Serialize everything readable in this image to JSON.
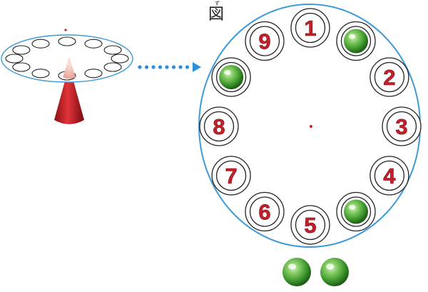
{
  "figure_label": "図",
  "figure_label_ruby": "ず",
  "holes": [
    {
      "number": "1",
      "content": "number"
    },
    {
      "number": "",
      "content": "ball"
    },
    {
      "number": "2",
      "content": "number"
    },
    {
      "number": "3",
      "content": "number"
    },
    {
      "number": "4",
      "content": "number"
    },
    {
      "number": "",
      "content": "ball"
    },
    {
      "number": "5",
      "content": "number"
    },
    {
      "number": "6",
      "content": "number"
    },
    {
      "number": "7",
      "content": "number"
    },
    {
      "number": "8",
      "content": "number"
    },
    {
      "number": "",
      "content": "ball"
    },
    {
      "number": "9",
      "content": "number"
    }
  ],
  "loose_balls": 2,
  "colors": {
    "ring": "#3d9ad6",
    "number": "#c4202c",
    "ball_dark": "#1f6b17",
    "ball_mid": "#4fa83a",
    "ball_light": "#a8e28a",
    "cone": "#c21c22",
    "arrow": "#2f8fd8"
  }
}
